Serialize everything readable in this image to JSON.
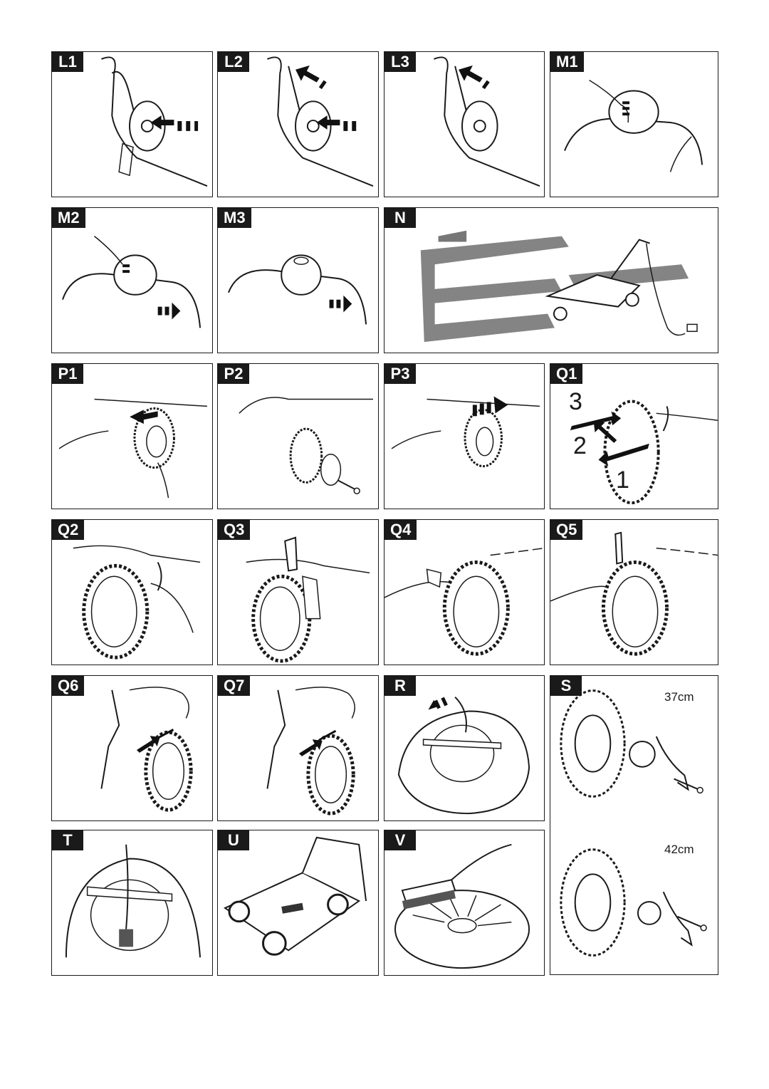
{
  "panels": {
    "L1": "L1",
    "L2": "L2",
    "L3": "L3",
    "M1": "M1",
    "M2": "M2",
    "M3": "M3",
    "N": "N",
    "P1": "P1",
    "P2": "P2",
    "P3": "P3",
    "Q1": "Q1",
    "Q2": "Q2",
    "Q3": "Q3",
    "Q4": "Q4",
    "Q5": "Q5",
    "Q6": "Q6",
    "Q7": "Q7",
    "R": "R",
    "S": "S",
    "T": "T",
    "U": "U",
    "V": "V"
  },
  "q1_steps": {
    "one": "1",
    "two": "2",
    "three": "3"
  },
  "s_sizes": {
    "small": "37cm",
    "large": "42cm"
  },
  "colors": {
    "ink": "#1a1a1a",
    "gray": "#777777",
    "arrow": "#111111"
  }
}
